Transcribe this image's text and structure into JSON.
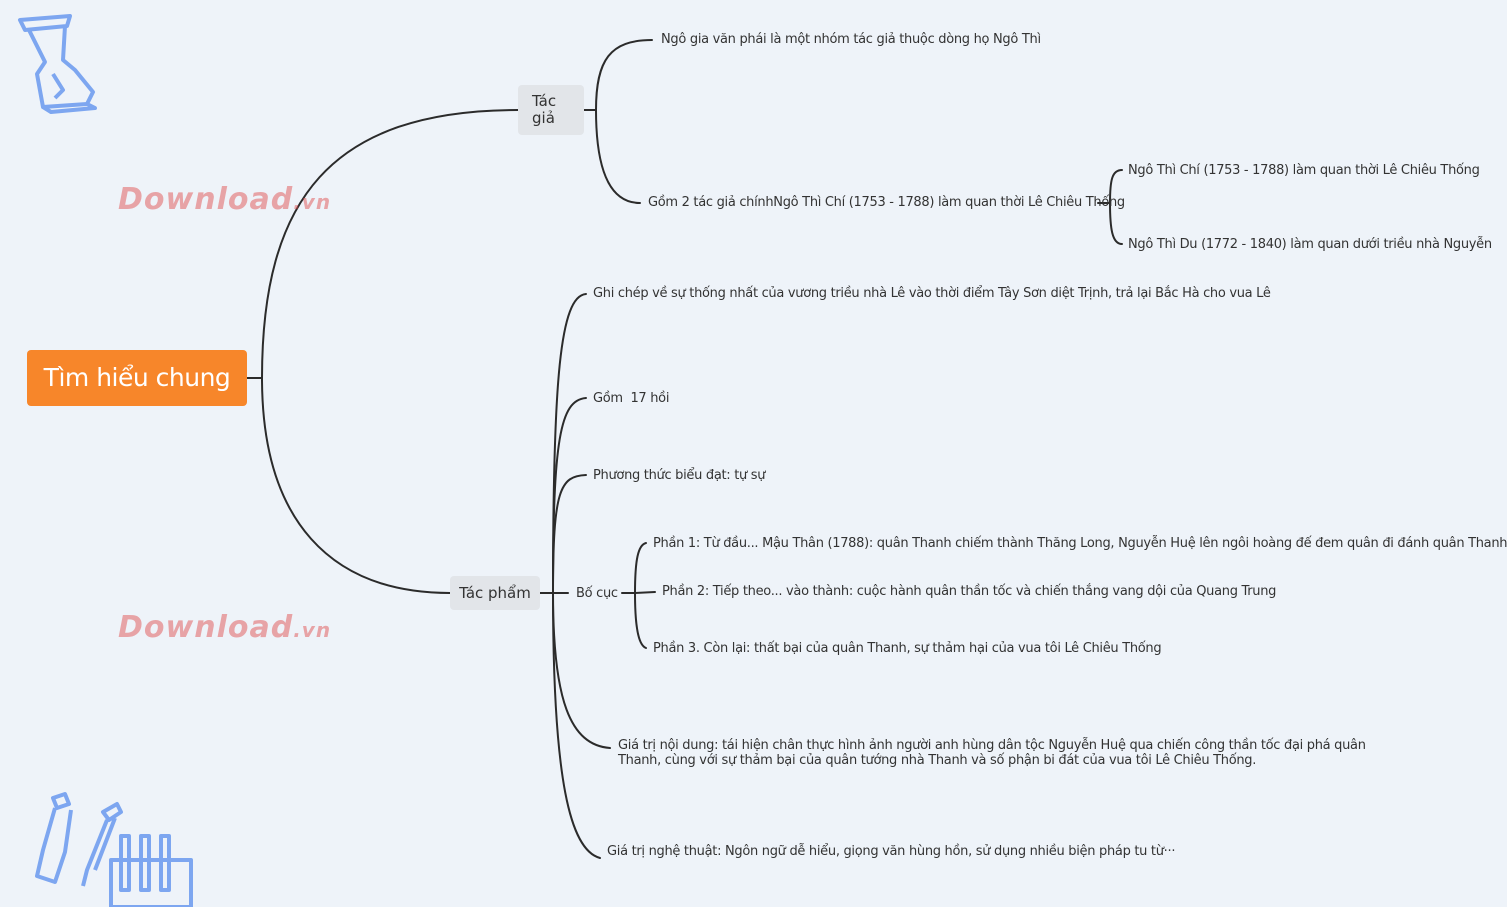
{
  "root": {
    "label": "Tìm hiểu chung"
  },
  "watermark": {
    "text": "Download",
    "domain": ".vn"
  },
  "branches": {
    "tac_gia": {
      "label": "Tác giả",
      "items": [
        "Ngô gia văn phái là một nhóm tác giả thuộc dòng họ Ngô Thì",
        "Gồm 2 tác giả chínhNgô Thì Chí (1753 - 1788) làm quan thời Lê Chiêu Thống"
      ],
      "sub_items": [
        "Ngô Thì Chí (1753 - 1788) làm quan thời Lê Chiêu Thống",
        "Ngô Thì Du (1772 - 1840) làm quan dưới triều nhà Nguyễn"
      ]
    },
    "tac_pham": {
      "label": "Tác phẩm",
      "items": [
        "Ghi chép về sự thống nhất của vương triều nhà Lê vào thời điểm Tây Sơn diệt Trịnh, trả lại Bắc Hà cho vua Lê",
        "Gồm  17 hồi",
        "Phương thức biểu đạt: tự sự",
        "Bố cục",
        "Giá trị nội dung: tái hiện chân thực hình ảnh người anh hùng dân tộc Nguyễn Huệ qua chiến công thần tốc đại phá quân Thanh, cùng với sự thảm bại của quân tướng nhà Thanh và số phận bi đát của vua tôi Lê Chiêu Thống.",
        "Giá trị nghệ thuật: Ngôn ngữ dễ hiểu, giọng văn hùng hồn, sử dụng nhiều biện pháp tu từ···"
      ],
      "bo_cuc": [
        "Phần 1: Từ đầu... Mậu Thân (1788): quân Thanh chiếm thành Thăng Long, Nguyễn Huệ lên ngôi hoàng đế đem quân đi đánh quân Thanh",
        "Phần 2: Tiếp theo... vào thành: cuộc hành quân thần tốc và chiến thắng vang dội của Quang Trung",
        "Phần 3. Còn lại: thất bại của quân Thanh, sự thảm hại của vua tôi Lê Chiêu Thống"
      ]
    }
  },
  "colors": {
    "background": "#eef3f9",
    "root": "#f7862a",
    "line": "#2b2b2b",
    "pill": "#e2e5e9",
    "deco": "#7da6f0"
  },
  "decorations": [
    "hourglass-icon",
    "lab-tools-icon"
  ]
}
